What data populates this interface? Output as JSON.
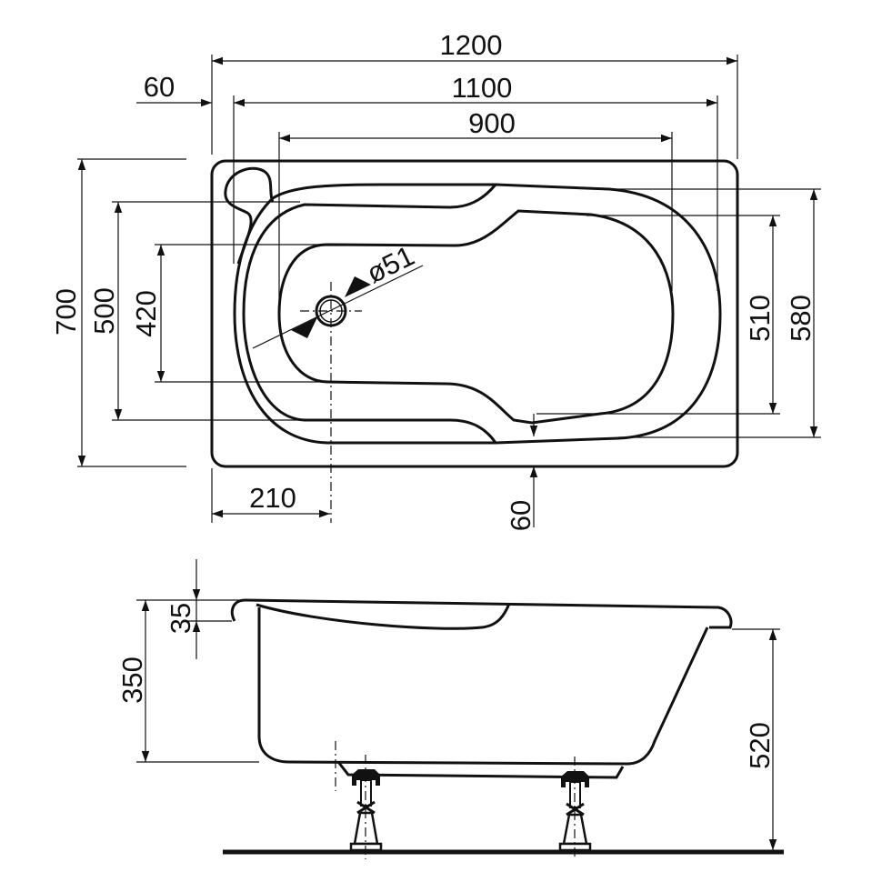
{
  "drawing": {
    "top_view": {
      "dimensions": {
        "overall_length": "1200",
        "rim_offset": "60",
        "inner_length": "1100",
        "basin_length": "900",
        "overall_width": "700",
        "inner_width": "500",
        "basin_width": "420",
        "right_basin_width": "510",
        "right_inner_width": "580",
        "drain_offset": "210",
        "bottom_rim_offset": "60",
        "drain_diameter": "ø51"
      }
    },
    "side_view": {
      "dimensions": {
        "rim_height": "35",
        "depth": "350",
        "total_height": "520"
      }
    },
    "colors": {
      "line": "#111111",
      "background": "#ffffff"
    }
  }
}
